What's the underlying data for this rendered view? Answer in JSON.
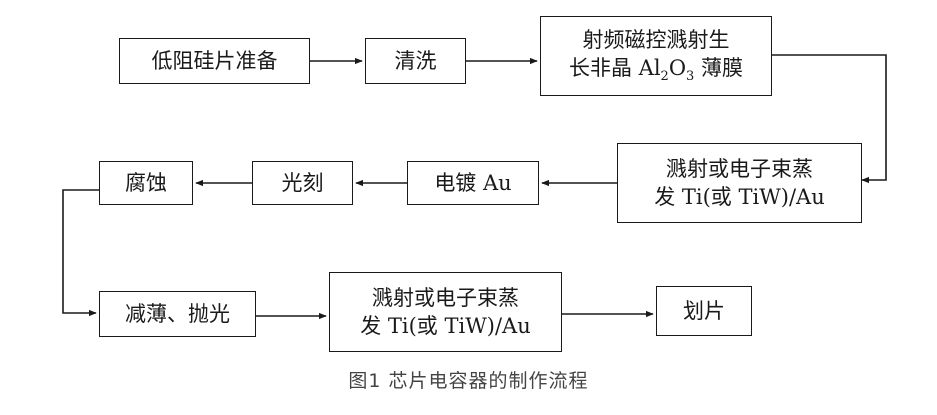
{
  "nodes": {
    "prep": "低阻硅片准备",
    "clean": "清洗",
    "sputter1": {
      "line1": "射频磁控溅射生",
      "line2_pre": "长非晶 Al",
      "sub1": "2",
      "mid": "O",
      "sub2": "3",
      "line2_post": " 薄膜"
    },
    "deposit1": {
      "line1": "溅射或电子束蒸",
      "line2": "发 Ti(或 TiW)/Au"
    },
    "plate": "电镀 Au",
    "litho": "光刻",
    "etch": "腐蚀",
    "thin": "减薄、抛光",
    "deposit2": {
      "line1": "溅射或电子束蒸",
      "line2": "发 Ti(或 TiW)/Au"
    },
    "dice": "划片"
  },
  "caption": "图1 芯片电容器的制作流程"
}
